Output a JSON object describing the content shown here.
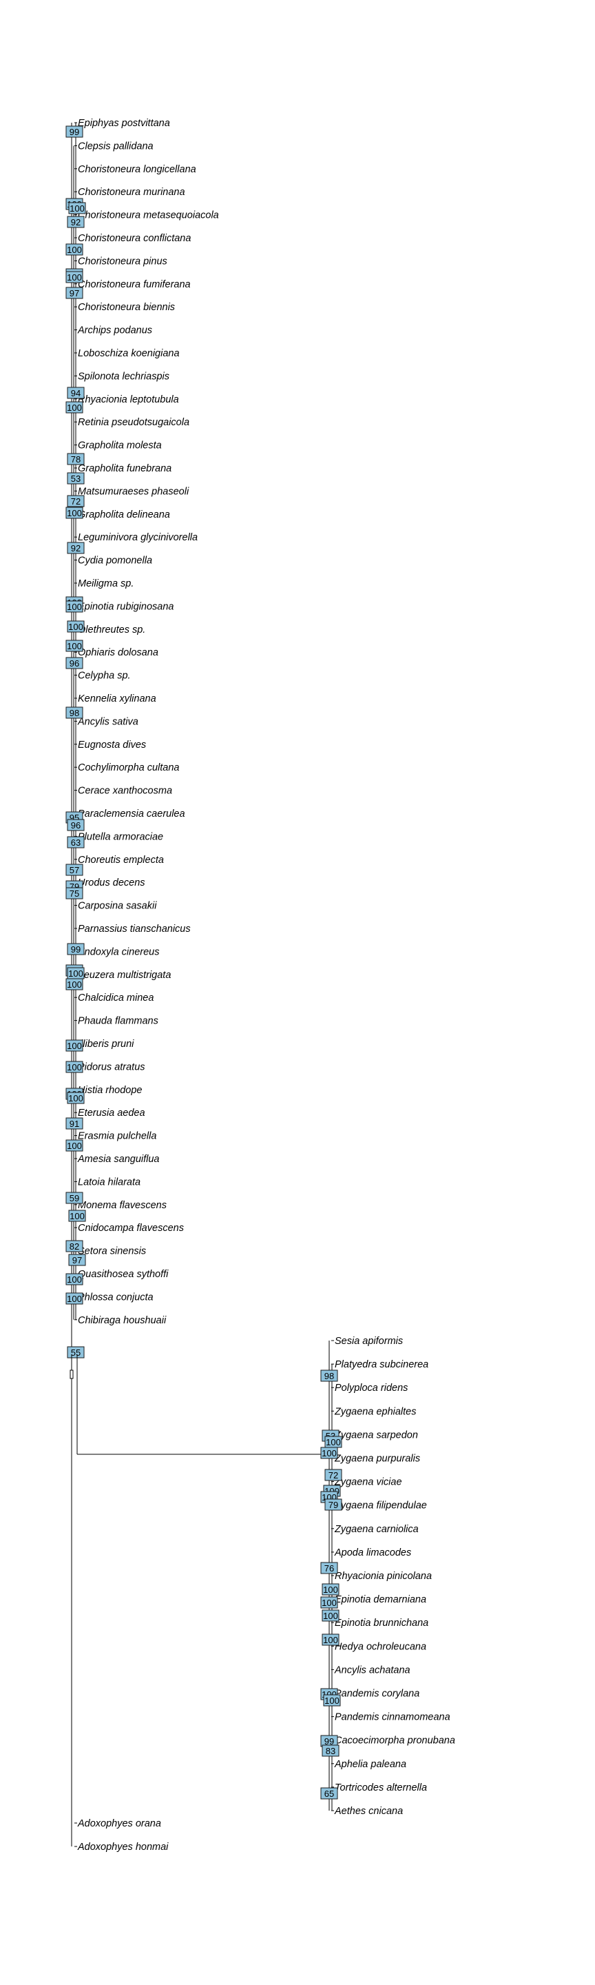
{
  "colors": {
    "support_box": "#8fc3dd",
    "lines": "#000000",
    "background": "#ffffff"
  },
  "tree": {
    "upper_clade_taxa": [
      "Epiphyas postvittana",
      "Clepsis pallidana",
      "Choristoneura longicellana",
      "Choristoneura murinana",
      "Choristoneura metasequoiacola",
      "Choristoneura conflictana",
      "Choristoneura pinus",
      "Choristoneura fumiferana",
      "Choristoneura biennis",
      "Archips podanus",
      "Loboschiza koenigiana",
      "Spilonota lechriaspis",
      "Rhyacionia leptotubula",
      "Retinia pseudotsugaicola",
      "Grapholita molesta",
      "Grapholita funebrana",
      "Matsumuraeses phaseoli",
      "Grapholita delineana",
      "Leguminivora glycinivorella",
      "Cydia pomonella",
      "Meiligma sp.",
      "Epinotia rubiginosana",
      "Olethreutes sp.",
      "Ophiaris dolosana",
      "Celypha sp.",
      "Kennelia xylinana",
      "Ancylis sativa",
      "Eugnosta dives",
      "Cochylimorpha cultana",
      "Cerace xanthocosma",
      "Paraclemensia caerulea",
      "Plutella armoraciae",
      "Choreutis emplecta",
      "Urodus decens",
      "Carposina sasakii",
      "Parnassius tianschanicus",
      "Endoxyla cinereus",
      "Zeuzera multistrigata",
      "Chalcidica minea",
      "Phauda flammans",
      "Illiberis pruni",
      "Pidorus atratus",
      "Histia rhodope",
      "Eterusia aedea",
      "Erasmia pulchella",
      "Amesia sanguiflua",
      "Latoia hilarata",
      "Monema flavescens",
      "Cnidocampa flavescens",
      "Setora sinensis",
      "Quasithosea sythoffi",
      "Phlossa conjucta",
      "Chibiraga houshuaii"
    ],
    "lower_clade_taxa": [
      "Sesia apiformis",
      "Platyedra subcinerea",
      "Polyploca ridens",
      "Zygaena ephialtes",
      "Zygaena sarpedon",
      "Zygaena purpuralis",
      "Zygaena viciae",
      "Zygaena filipendulae",
      "Zygaena carniolica",
      "Apoda limacodes",
      "Rhyacionia pinicolana",
      "Epinotia demarniana",
      "Epinotia brunnichana",
      "Hedya ochroleucana",
      "Ancylis achatana",
      "Pandemis corylana",
      "Pandemis cinnamomeana",
      "Cacoecimorpha pronubana",
      "Aphelia paleana",
      "Tortricodes alternella",
      "Aethes cnicana"
    ],
    "outgroup_taxa": [
      "Adoxophyes orana",
      "Adoxophyes honmai"
    ],
    "upper_support_values": [
      "99",
      "100",
      "100",
      "92",
      "100",
      "100",
      "100",
      "97",
      "94",
      "100",
      "78",
      "53",
      "72",
      "100",
      "92",
      "100",
      "100",
      "100",
      "100",
      "96",
      "98",
      "95",
      "96",
      "63",
      "57",
      "79",
      "75",
      "99",
      "100",
      "100",
      "100",
      "100",
      "100",
      "100",
      "100",
      "91",
      "100",
      "59",
      "100",
      "82",
      "97",
      "100",
      "100",
      "55"
    ],
    "lower_support_values": [
      "98",
      "53",
      "100",
      "100",
      "72",
      "100",
      "100",
      "79",
      "76",
      "100",
      "100",
      "100",
      "100",
      "100",
      "100",
      "99",
      "83",
      "65"
    ]
  }
}
